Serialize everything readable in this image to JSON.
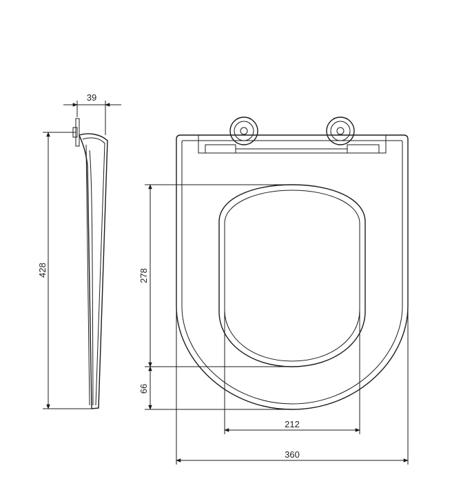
{
  "dimensions": {
    "side_width": "39",
    "side_height": "428",
    "opening_length": "278",
    "front_offset": "66",
    "opening_width": "212",
    "overall_width": "360"
  },
  "colors": {
    "line": "#1a1a1a",
    "text": "#222222",
    "background": "#ffffff"
  }
}
